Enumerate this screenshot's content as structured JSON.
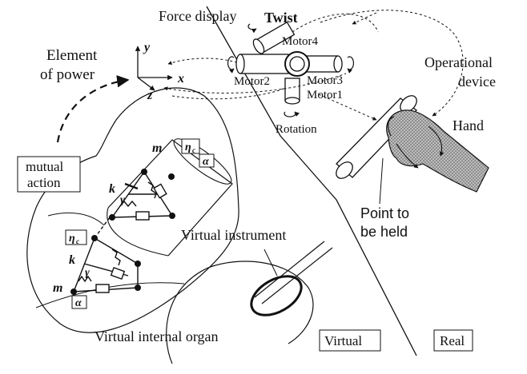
{
  "labels": {
    "force_display": "Force display",
    "twist": "Twist",
    "motor4": "Motor4",
    "motor2": "Motor2",
    "motor3": "Motor3",
    "motor1": "Motor1",
    "rotation": "Rotation",
    "element_of_power_line1": "Element",
    "element_of_power_line2": "of power",
    "operational_line1": "Operational",
    "operational_line2": "device",
    "hand": "Hand",
    "mutual_line1": "mutual",
    "mutual_line2": "action",
    "point_line1": "Point to",
    "point_line2": "be held",
    "virtual_instrument": "Virtual instrument",
    "virtual_internal_organ": "Virtual internal organ",
    "virtual_box": "Virtual",
    "real_box": "Real"
  },
  "symbols": {
    "axis_x": "x",
    "axis_y": "y",
    "axis_z": "z",
    "mass": "m",
    "spring": "k",
    "damper": "γ",
    "eta": "η",
    "eta_sub": "c",
    "alpha": "α"
  }
}
